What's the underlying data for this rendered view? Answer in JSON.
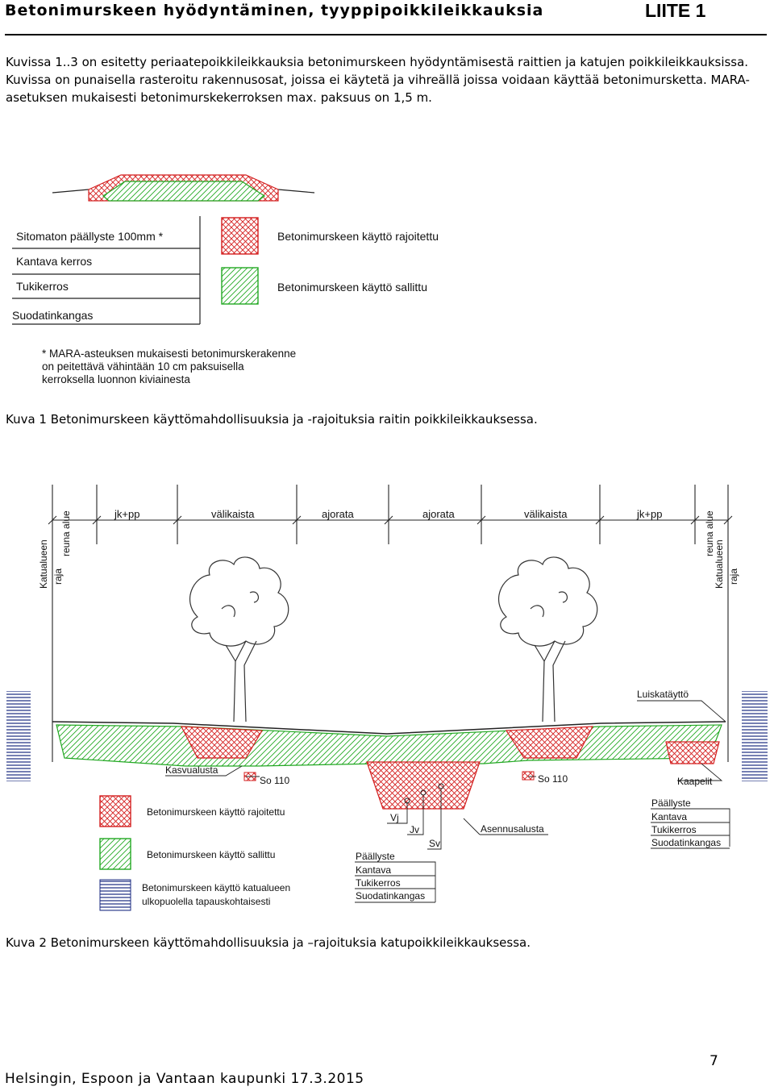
{
  "header": {
    "title": "Betonimurskeen hyödyntäminen, tyyppipoikkileikkauksia",
    "appendix": "LIITE 1"
  },
  "intro": "Kuvissa 1..3 on esitetty periaatepoikkileikkauksia betonimurskeen hyödyntämisestä raittien ja katujen poikkileikkauksissa. Kuvissa on punaisella rasteroitu rakennusosat, joissa ei käytetä ja vihreällä joissa voidaan käyttää betonimursketta. MARA-asetuksen mukaisesti betonimurskekerroksen max. paksuus on 1,5 m.",
  "figure1": {
    "layers": [
      "Sitomaton päällyste 100mm *",
      "Kantava kerros",
      "Tukikerros",
      "Suodatinkangas"
    ],
    "legend_restricted": "Betonimurskeen käyttö rajoitettu",
    "legend_allowed": "Betonimurskeen käyttö sallittu",
    "note_lines": [
      "* MARA-asteuksen mukaisesti betonimurskerakenne",
      "on peitettävä vähintään 10 cm paksuisella",
      "kerroksella luonnon kiviainesta"
    ],
    "caption": "Kuva 1  Betonimurskeen käyttömahdollisuuksia ja -rajoituksia raitin poikkileikkauksessa."
  },
  "figure2": {
    "zones": [
      "jk+pp",
      "välikaista",
      "ajorata",
      "ajorata",
      "välikaista",
      "jk+pp"
    ],
    "edge_left": [
      "Katualueen",
      "raja"
    ],
    "edge_left_2": [
      "reuna alue"
    ],
    "edge_right": [
      "Katualueen",
      "raja"
    ],
    "edge_right_2": [
      "reuna alue"
    ],
    "labels": {
      "luiskatayto": "Luiskatäyttö",
      "kasvualusta": "Kasvualusta",
      "so110_left": "So 110",
      "so110_right": "So 110",
      "kaapelit": "Kaapelit",
      "vj": "Vj",
      "jv": "Jv",
      "sv": "Sv",
      "asennusalusta": "Asennusalusta"
    },
    "layers_right": [
      "Päällyste",
      "Kantava",
      "Tukikerros",
      "Suodatinkangas"
    ],
    "layers_center": [
      "Päällyste",
      "Kantava",
      "Tukikerros",
      "Suodatinkangas"
    ],
    "legend_restricted": "Betonimurskeen käyttö rajoitettu",
    "legend_allowed": "Betonimurskeen käyttö sallittu",
    "legend_outside": [
      "Betonimurskeen käyttö katualueen",
      "ulkopuolella tapauskohtaisesti"
    ],
    "caption": "Kuva 2  Betonimurskeen käyttömahdollisuuksia ja –rajoituksia katupoikkileikkauksessa."
  },
  "footer": {
    "text": "Helsingin, Espoon ja Vantaan kaupunki 17.3.2015",
    "page": "7"
  },
  "colors": {
    "restricted": "#d42020",
    "allowed": "#22a822",
    "outside": "#1a2a80"
  }
}
